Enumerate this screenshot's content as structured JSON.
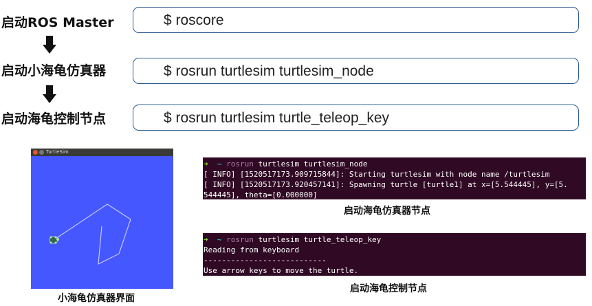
{
  "steps": [
    {
      "label": "启动ROS Master",
      "command": "$ roscore"
    },
    {
      "label": "启动小海龟仿真器",
      "command": "$ rosrun turtlesim turtlesim_node"
    },
    {
      "label": "启动海龟控制节点",
      "command": "$ rosrun turtlesim turtle_teleop_key"
    }
  ],
  "turtlesim_window": {
    "title": "TurtleSim",
    "caption": "小海龟仿真器界面",
    "colors": {
      "background": "#4557ff",
      "trail": "#c8c8ff",
      "close_button": "#e5532b",
      "other_button": "#777777"
    }
  },
  "terminal1": {
    "prompt_symbol": "➜",
    "prompt_dir": "~",
    "command_word": "rosrun",
    "command_rest": " turtlesim turtlesim_node",
    "lines": [
      "[ INFO] [1520517173.909715844]: Starting turtlesim with node name /turtlesim",
      "[ INFO] [1520517173.920457141]: Spawning turtle [turtle1] at x=[5.544445], y=[5.",
      "544445], theta=[0.000000]"
    ],
    "caption": "启动海龟仿真器节点"
  },
  "terminal2": {
    "prompt_symbol": "➜",
    "prompt_dir": "~",
    "command_word": "rosrun",
    "command_rest": " turtlesim turtle_teleop_key",
    "lines": [
      "Reading from keyboard",
      "---------------------------",
      "Use arrow keys to move the turtle."
    ],
    "caption": "启动海龟控制节点"
  }
}
